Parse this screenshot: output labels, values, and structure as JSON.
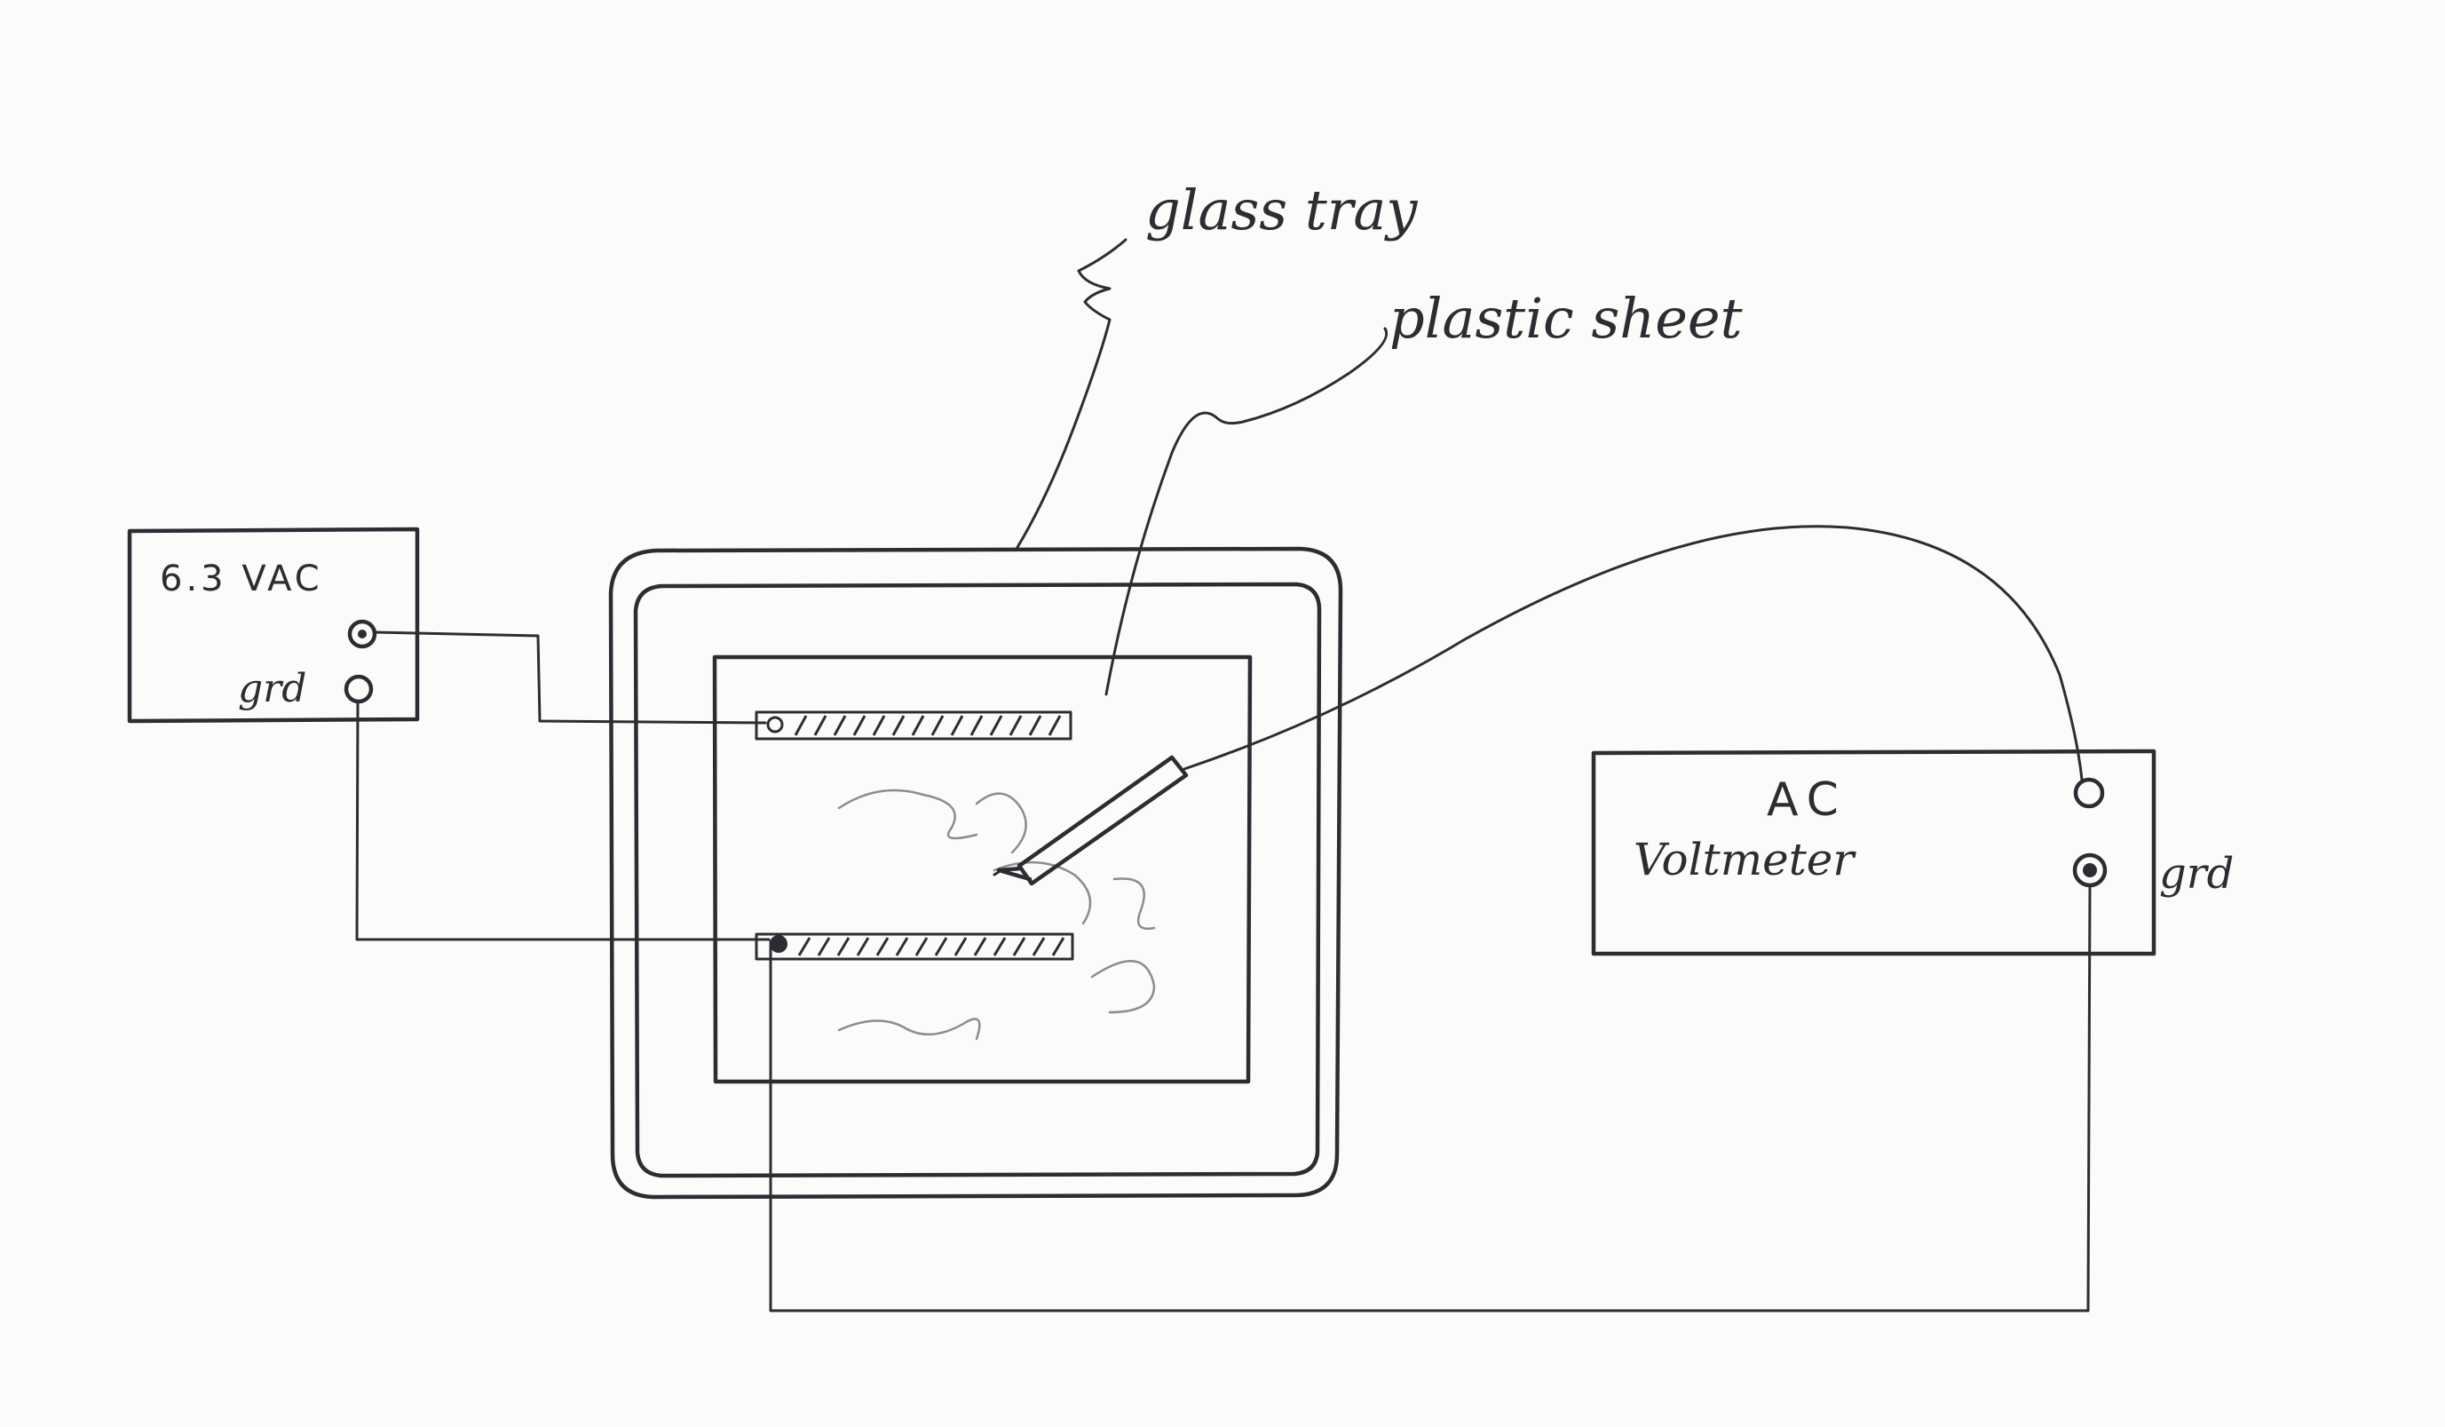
{
  "labels": {
    "glass_tray": "glass tray",
    "plastic_sheet": "plastic sheet",
    "supply": "6.3 VAC",
    "supply_ground": "grd",
    "meter_line1": "AC",
    "meter_line2": "Voltmeter",
    "meter_ground": "grd"
  },
  "colors": {
    "ink": "#2b2d33",
    "paper": "#fbfbf9"
  }
}
